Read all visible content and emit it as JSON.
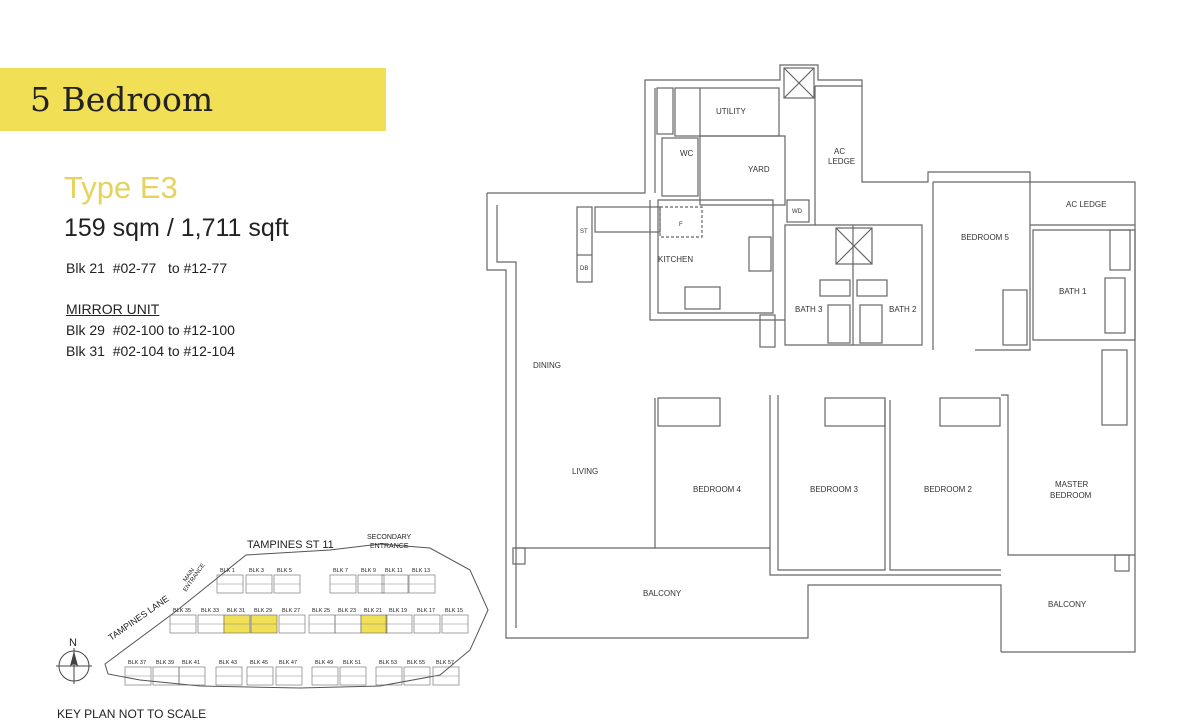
{
  "header": {
    "title": "5 Bedroom"
  },
  "unit": {
    "type": "Type E3",
    "area": "159 sqm / 1,711 sqft",
    "blk21": "Blk 21  #02-77   to #12-77",
    "mirror_label": "MIRROR UNIT",
    "blk29": "Blk 29  #02-100 to #12-100",
    "blk31": "Blk 31  #02-104 to #12-104"
  },
  "key_plan": {
    "street": "TAMPINES ST 11",
    "lane": "TAMPINES LANE",
    "main_entrance": "MAIN ENTRANCE",
    "secondary_entrance": "SECONDARY ENTRANCE",
    "north": "N",
    "note": "KEY PLAN NOT TO SCALE",
    "blocks_row1": [
      "BLK 1",
      "BLK 3",
      "BLK 5",
      "BLK 7",
      "BLK 9",
      "BLK 11",
      "BLK 13"
    ],
    "blocks_row2": [
      "BLK 35",
      "BLK 33",
      "BLK 31",
      "BLK 29",
      "BLK 27",
      "BLK 25",
      "BLK 23",
      "BLK 21",
      "BLK 19",
      "BLK 17",
      "BLK 15"
    ],
    "blocks_row3": [
      "BLK 37",
      "BLK 39",
      "BLK 41",
      "BLK 43",
      "BLK 45",
      "BLK 47",
      "BLK 49",
      "BLK 51",
      "BLK 53",
      "BLK 55",
      "BLK 57"
    ],
    "highlight_color": "#f1df55"
  },
  "floor_plan": {
    "utility": "UTILITY",
    "wc": "WC",
    "yard": "YARD",
    "ac_ledge_1": "AC",
    "ac_ledge_2": "LEDGE",
    "ac_ledge": "AC LEDGE",
    "st": "ST",
    "db": "DB",
    "f": "F",
    "wd": "WD",
    "kitchen": "KITCHEN",
    "bedroom5": "BEDROOM 5",
    "bath1": "BATH 1",
    "bath2": "BATH 2",
    "bath3": "BATH 3",
    "dining": "DINING",
    "living": "LIVING",
    "bedroom4": "BEDROOM 4",
    "bedroom3": "BEDROOM 3",
    "bedroom2": "BEDROOM 2",
    "master1": "MASTER",
    "master2": "BEDROOM",
    "balcony": "BALCONY"
  }
}
